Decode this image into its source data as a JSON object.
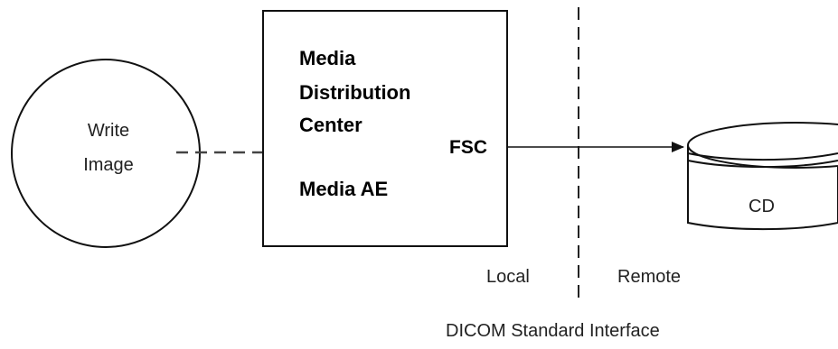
{
  "write_image": {
    "line1": "Write",
    "line2": "Image"
  },
  "media_center": {
    "line1": "Media",
    "line2": "Distribution",
    "line3": "Center",
    "ae_label": "Media AE",
    "port_label": "FSC"
  },
  "cd": {
    "label": "CD"
  },
  "side_labels": {
    "local": "Local",
    "remote": "Remote"
  },
  "caption": "DICOM Standard Interface",
  "colors": {
    "stroke": "#111111",
    "dashed": "#444444",
    "background": "#ffffff"
  }
}
